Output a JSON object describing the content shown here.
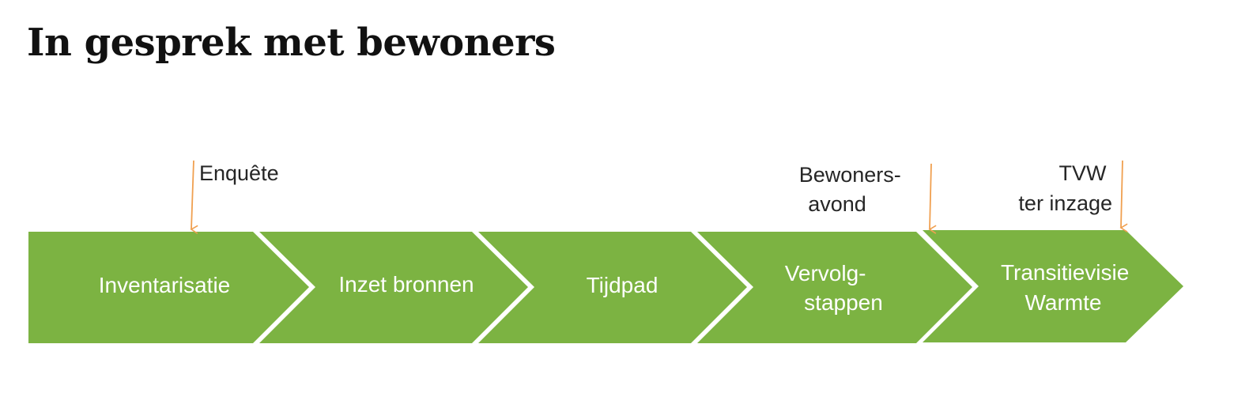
{
  "title": "In gesprek met bewoners",
  "colors": {
    "step_fill": "#7cb342",
    "arrow": "#f0a050",
    "text_dark": "#262626",
    "text_light": "#ffffff"
  },
  "steps": [
    {
      "lines": [
        "Inventarisatie"
      ]
    },
    {
      "lines": [
        "Inzet bronnen"
      ]
    },
    {
      "lines": [
        "Tijdpad"
      ]
    },
    {
      "lines": [
        "Vervolg-",
        "stappen"
      ]
    },
    {
      "lines": [
        "Transitievisie",
        "Warmte"
      ]
    }
  ],
  "milestones": [
    {
      "lines": [
        "Enquête"
      ],
      "step": 0
    },
    {
      "lines": [
        "Bewoners-",
        "avond"
      ],
      "step": 3
    },
    {
      "lines": [
        "TVW",
        "ter inzage"
      ],
      "step": 4
    }
  ]
}
